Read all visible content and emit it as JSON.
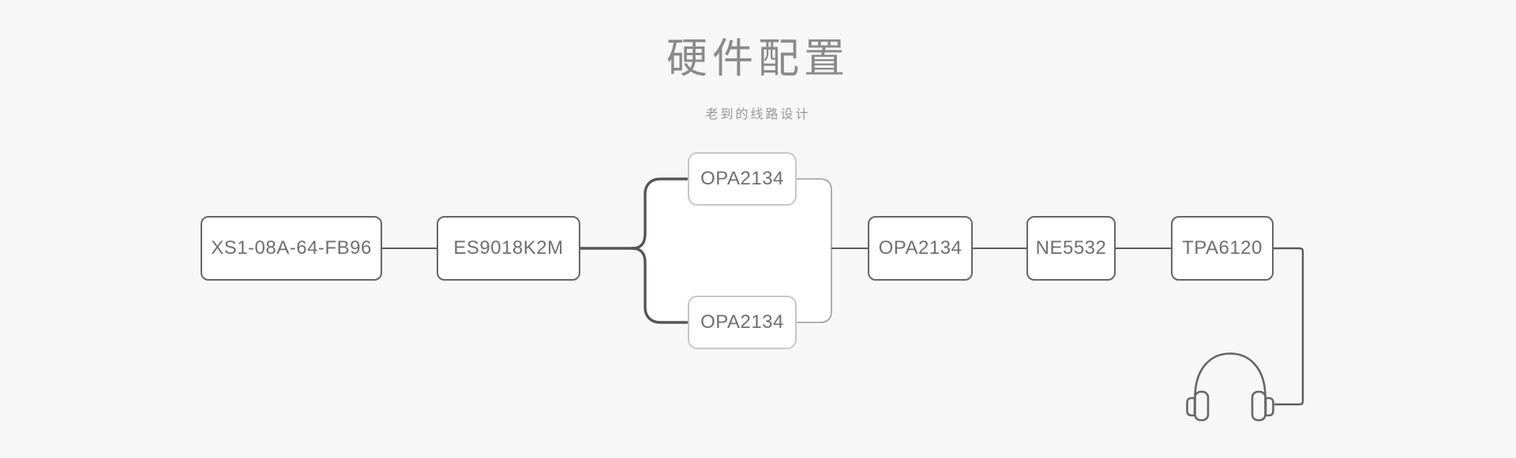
{
  "header": {
    "title": "硬件配置",
    "subtitle": "老到的线路设计"
  },
  "diagram": {
    "nodes": [
      {
        "id": "usb-interface",
        "label": "XS1-08A-64-FB96",
        "style": "primary"
      },
      {
        "id": "dac",
        "label": "ES9018K2M",
        "style": "primary"
      },
      {
        "id": "opamp-top",
        "label": "OPA2134",
        "style": "light"
      },
      {
        "id": "opamp-bottom",
        "label": "OPA2134",
        "style": "light"
      },
      {
        "id": "opamp-output",
        "label": "OPA2134",
        "style": "primary"
      },
      {
        "id": "preamp",
        "label": "NE5532",
        "style": "primary"
      },
      {
        "id": "headphone-amp",
        "label": "TPA6120",
        "style": "primary"
      }
    ],
    "output_icon": "headphones-icon",
    "colors": {
      "background": "#f7f7f7",
      "title_text": "#8a8a8a",
      "subtitle_text": "#999999",
      "box_border": "#666666",
      "box_text": "#6f6f6f",
      "parallel_box_border": "#c7c7c7",
      "wire": "#5c5c5c",
      "merge_wire": "#9c9c9c",
      "panel_fill": "#ffffff"
    }
  }
}
